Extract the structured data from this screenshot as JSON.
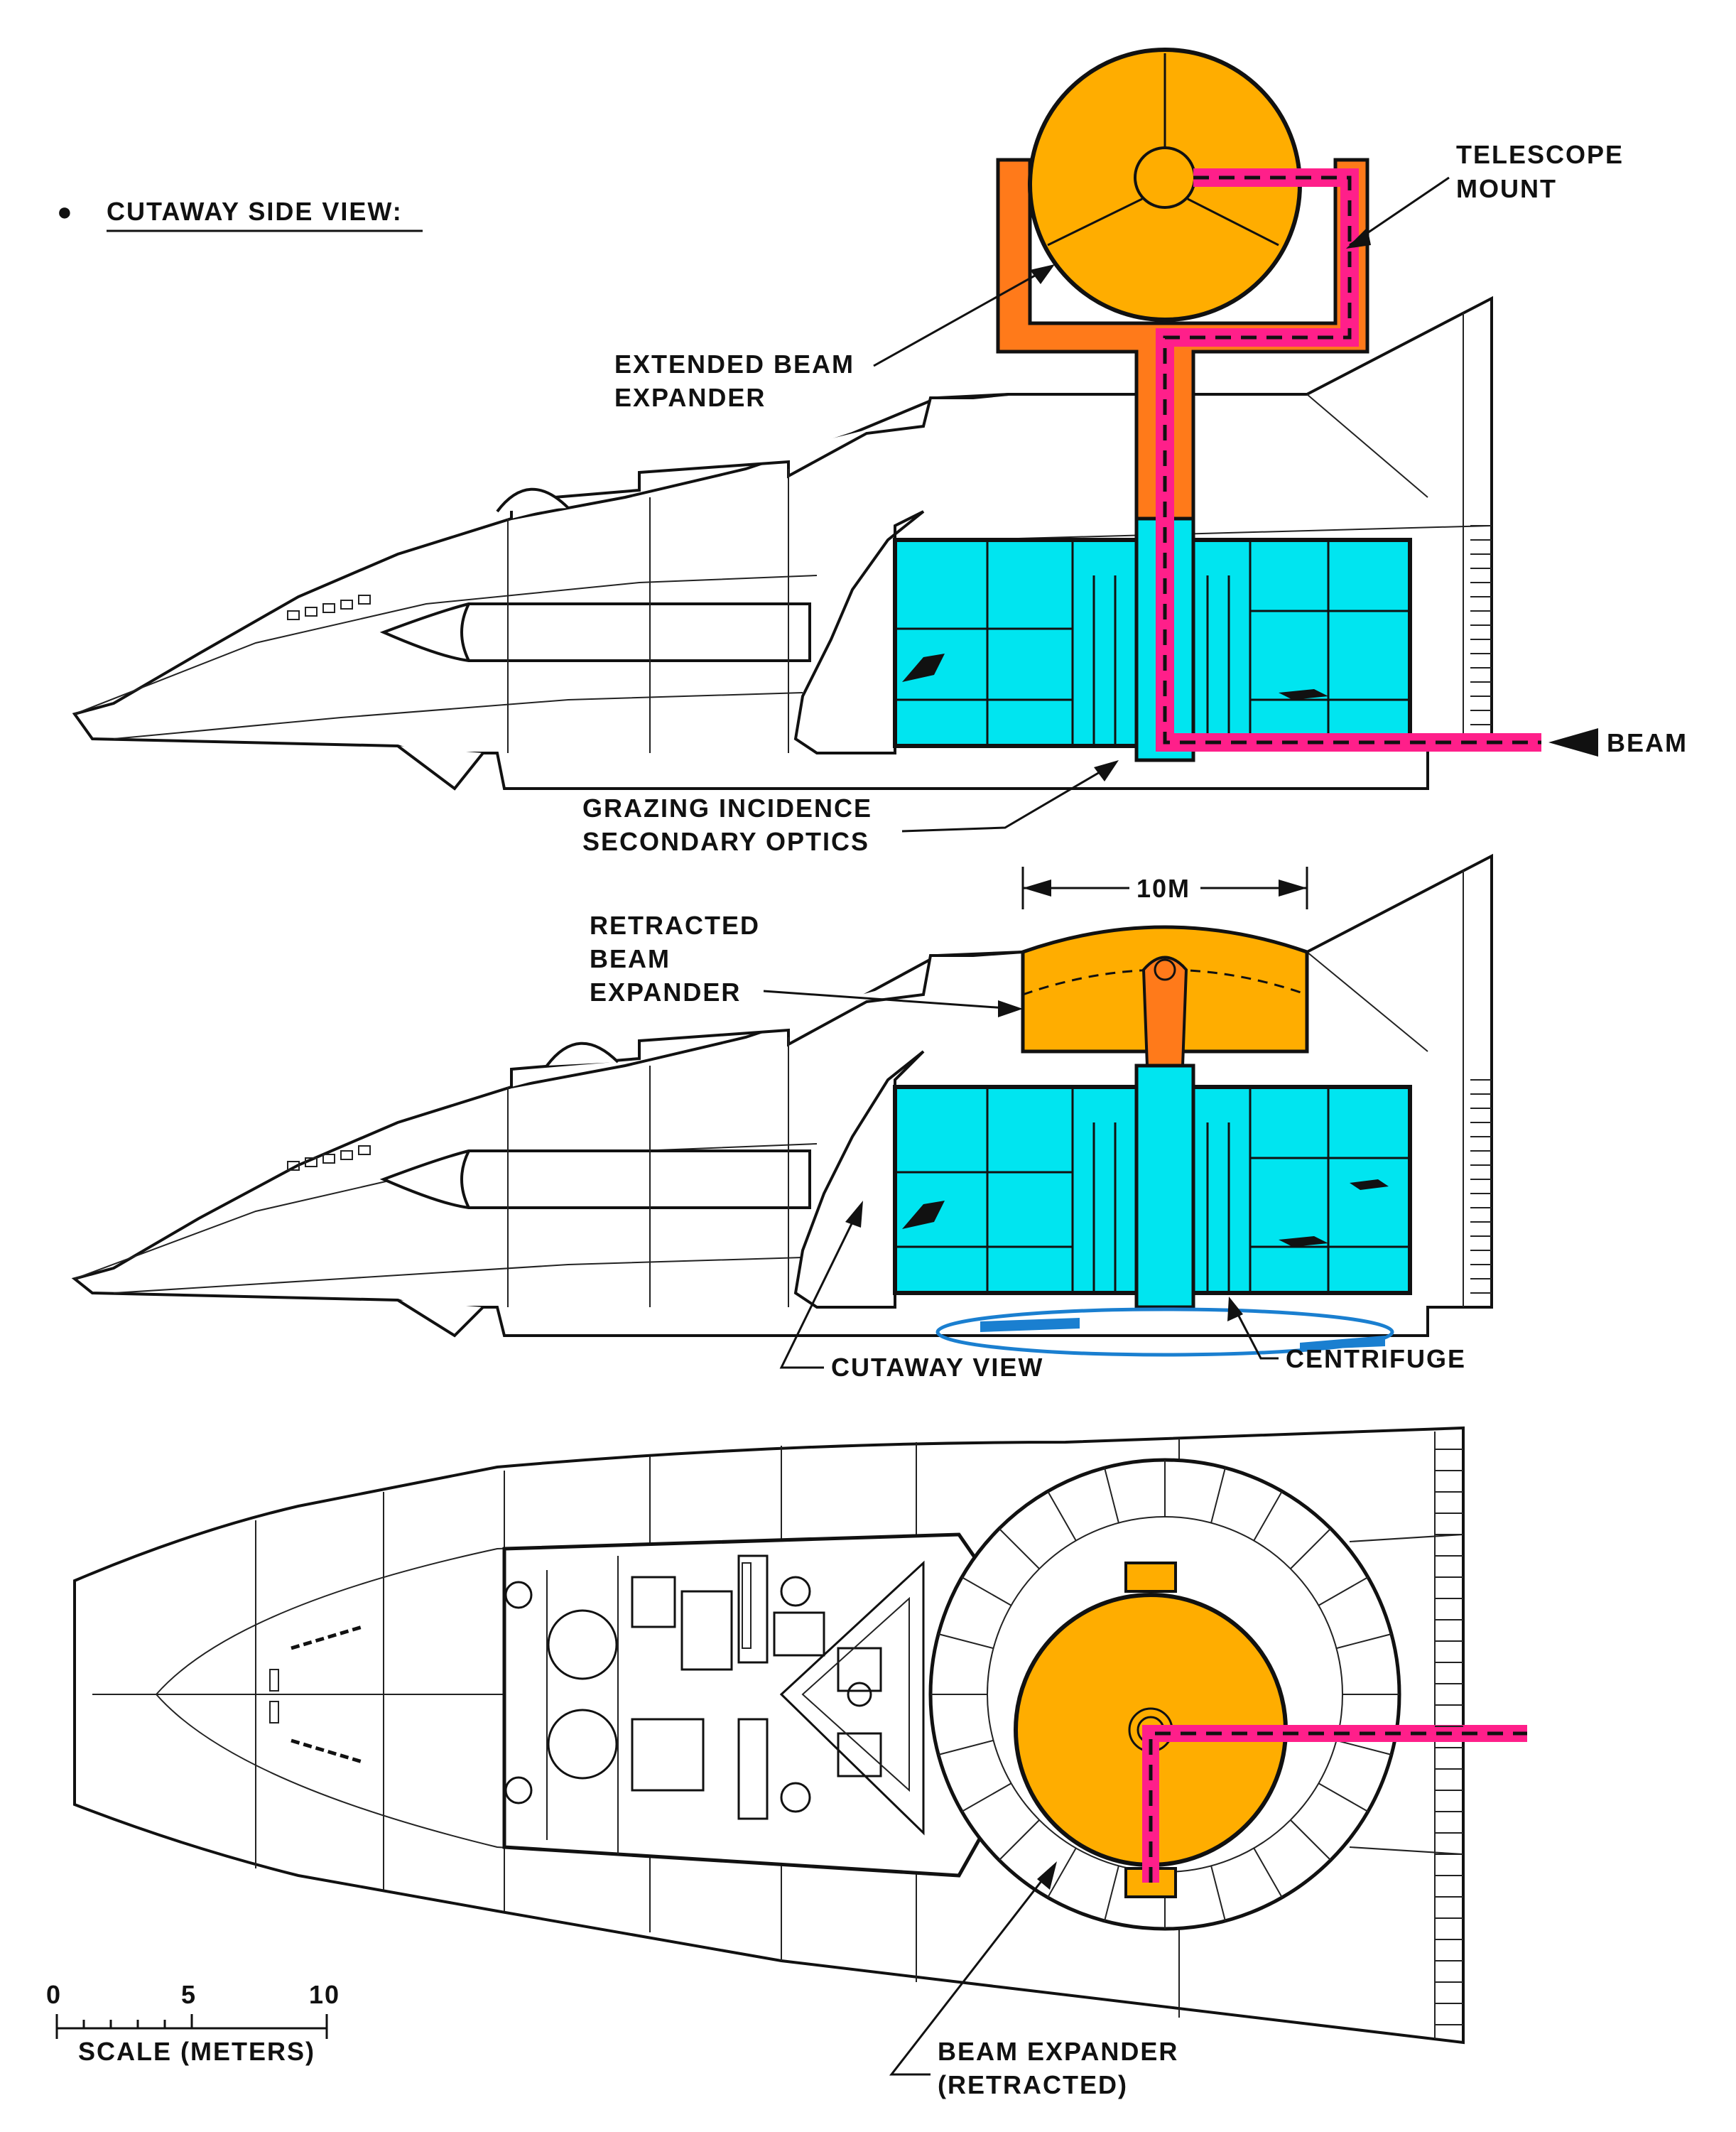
{
  "header": {
    "bullet": "●",
    "title": "CUTAWAY SIDE VIEW:"
  },
  "labels": {
    "telescope_mount_1": "TELESCOPE",
    "telescope_mount_2": "MOUNT",
    "extended_beam_1": "EXTENDED BEAM",
    "extended_beam_2": "EXPANDER",
    "beam": "BEAM",
    "grazing_1": "GRAZING INCIDENCE",
    "grazing_2": "SECONDARY OPTICS",
    "dimension": "10M",
    "retracted_1": "RETRACTED",
    "retracted_2": "BEAM",
    "retracted_3": "EXPANDER",
    "cutaway_view": "CUTAWAY VIEW",
    "centrifuge": "CENTRIFUGE",
    "beam_expander_retracted_1": "BEAM EXPANDER",
    "beam_expander_retracted_2": "(RETRACTED)"
  },
  "scale": {
    "ticks": [
      "0",
      "5",
      "10"
    ],
    "caption": "SCALE (METERS)"
  },
  "colors": {
    "cyan": "#00e5f0",
    "orange": "#ffad00",
    "dark_orange": "#ff7a1a",
    "magenta": "#ff1f8a",
    "blue_arrow": "#1a7fd0"
  }
}
